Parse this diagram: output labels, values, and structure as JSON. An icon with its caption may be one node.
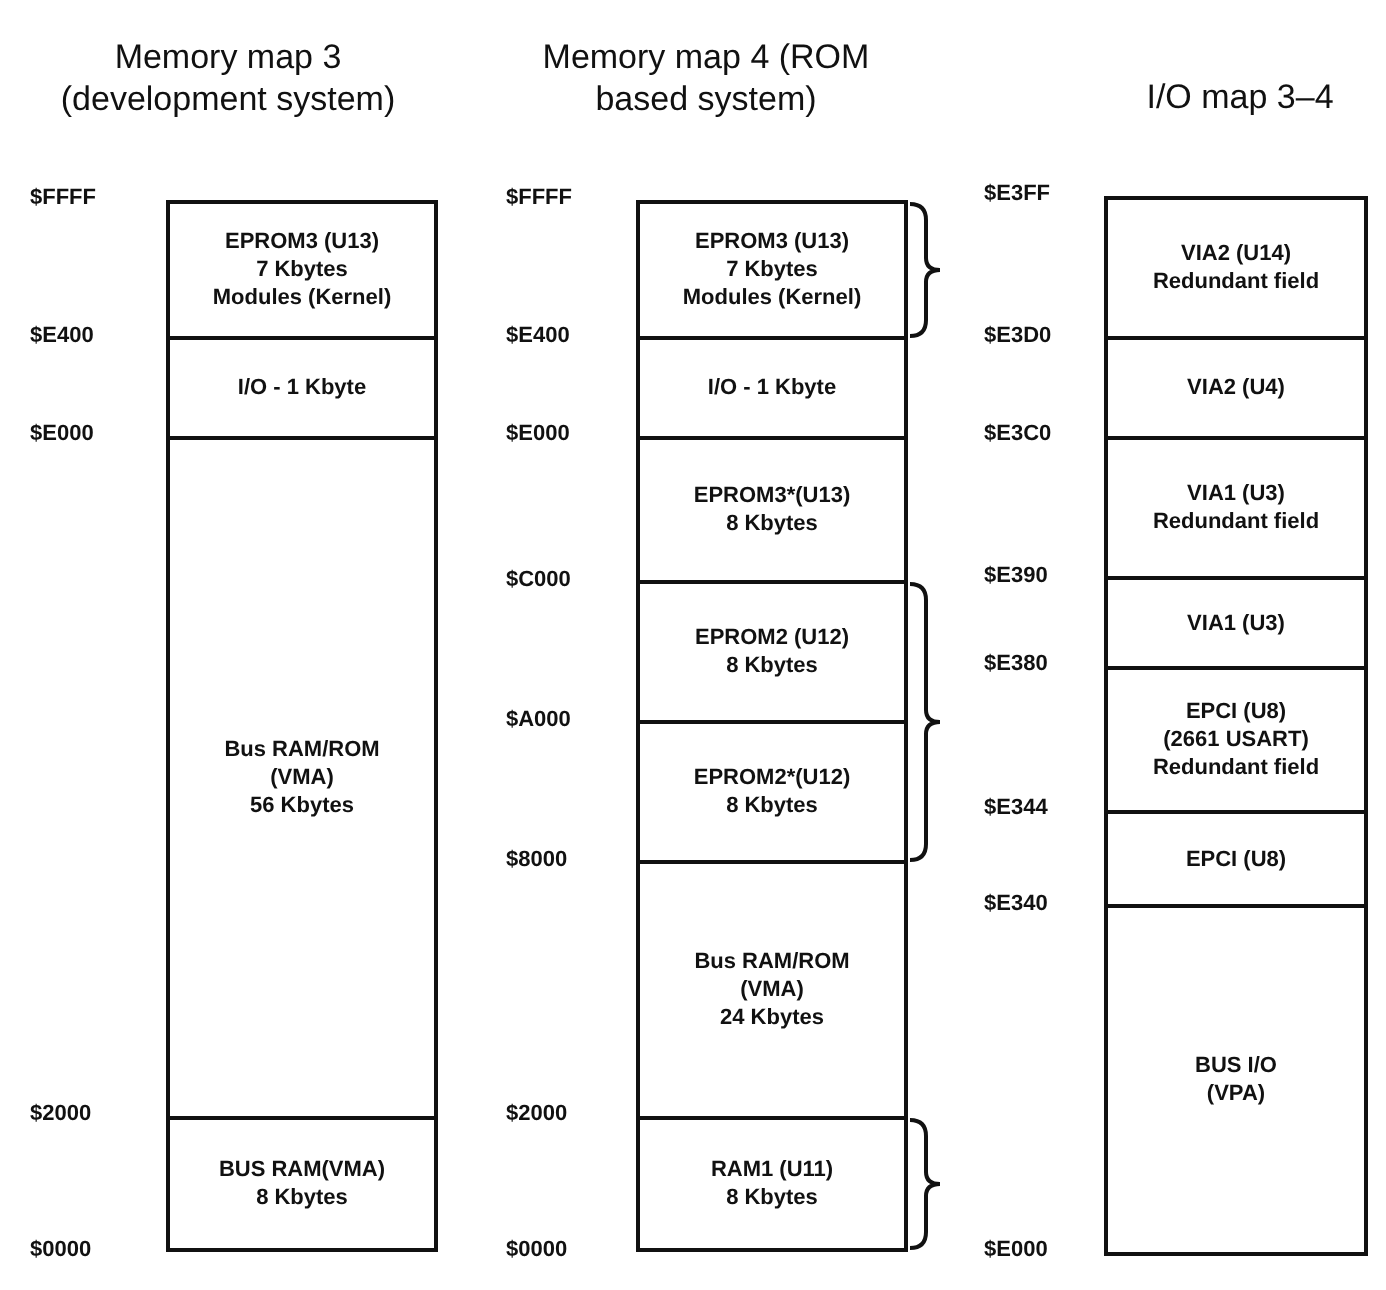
{
  "diagram": {
    "nodes": [
      {
        "text": [
          "EPROM3 (U13)",
          "7 Kbytes",
          "Modules (Kernel)"
        ]
      },
      {
        "text": [
          "I/O - 1 Kbyte"
        ]
      },
      {
        "text": [
          "Bus RAM/ROM",
          "(VMA)",
          "56 Kbytes"
        ]
      },
      {
        "text": [
          "BUS RAM(VMA)",
          "8 Kbytes"
        ]
      },
      {
        "text": [
          "EPROM3 (U13)",
          "7 Kbytes",
          "Modules (Kernel)"
        ]
      },
      {
        "text": [
          "I/O - 1 Kbyte"
        ]
      },
      {
        "text": [
          "EPROM3*(U13)",
          "8 Kbytes"
        ]
      },
      {
        "text": [
          "EPROM2 (U12)",
          "8 Kbytes"
        ]
      },
      {
        "text": [
          "EPROM2*(U12)",
          "8 Kbytes"
        ]
      },
      {
        "text": [
          "Bus RAM/ROM",
          "(VMA)",
          "24 Kbytes"
        ]
      },
      {
        "text": [
          "RAM1 (U11)",
          "8 Kbytes"
        ]
      },
      {
        "text": [
          "VIA2 (U14)",
          "Redundant field"
        ]
      },
      {
        "text": [
          "VIA2 (U4)"
        ]
      },
      {
        "text": [
          "VIA1 (U3)",
          "Redundant field"
        ]
      },
      {
        "text": [
          "VIA1 (U3)"
        ]
      },
      {
        "text": [
          "EPCI (U8)",
          "(2661 USART)",
          "Redundant field"
        ]
      },
      {
        "text": [
          "EPCI (U8)"
        ]
      },
      {
        "text": [
          "BUS I/O",
          "(VPA)"
        ]
      }
    ],
    "labels": [
      "Memory map 3 (development system)",
      "Memory map 4 (ROM based system)",
      "I/O map 3–4",
      "$FFFF",
      "$E400",
      "$E000",
      "$2000",
      "$0000",
      "$FFFF",
      "$E400",
      "$E000",
      "$C000",
      "$A000",
      "$8000",
      "$2000",
      "$0000",
      "$E3FF",
      "$E3D0",
      "$E3C0",
      "$E390",
      "$E380",
      "$E344",
      "$E340",
      "$E000"
    ]
  }
}
